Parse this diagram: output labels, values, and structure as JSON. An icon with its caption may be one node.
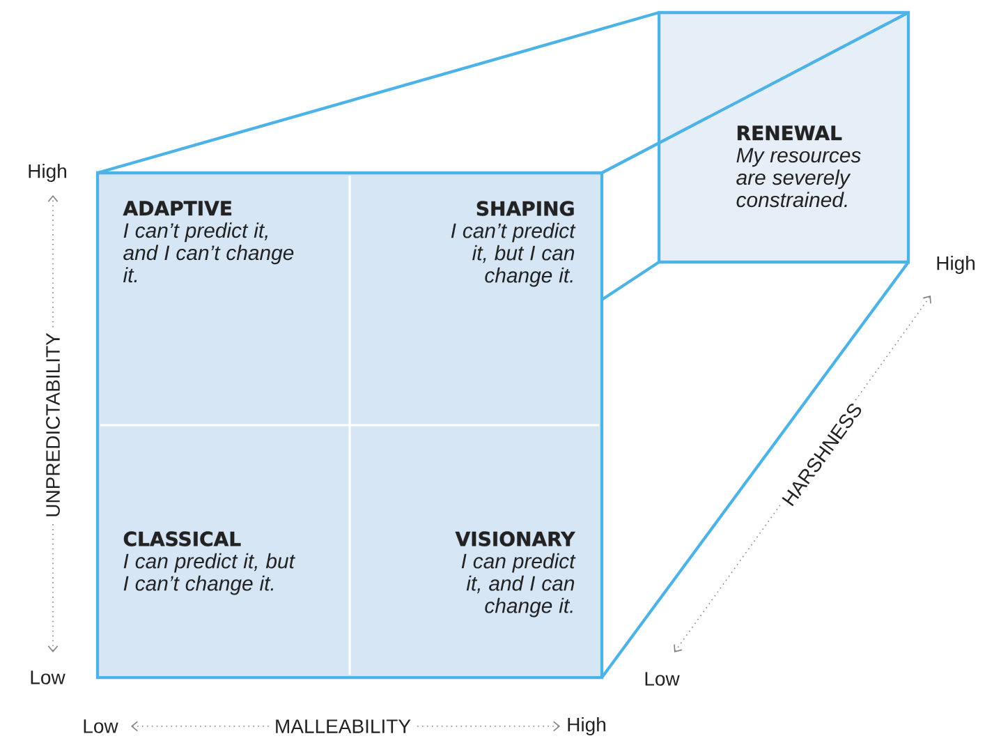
{
  "diagram": {
    "nodes": [
      {
        "text": [
          "ADAPTIVE",
          "I can’t predict it, and I can’t change it."
        ]
      },
      {
        "text": [
          "SHAPING",
          "I can’t predict it, but I can change it."
        ]
      },
      {
        "text": [
          "CLASSICAL",
          "I can predict it, but I can’t change it."
        ]
      },
      {
        "text": [
          "VISIONARY",
          "I can predict it, and I can change it."
        ]
      },
      {
        "text": [
          "RENEWAL",
          "My resources are severely constrained."
        ]
      }
    ],
    "labels": [
      "High",
      "UNPREDICTABILITY",
      "Low",
      "High",
      "HARSHNESS",
      "Low",
      "Low",
      "MALLEABILITY",
      "High"
    ]
  }
}
